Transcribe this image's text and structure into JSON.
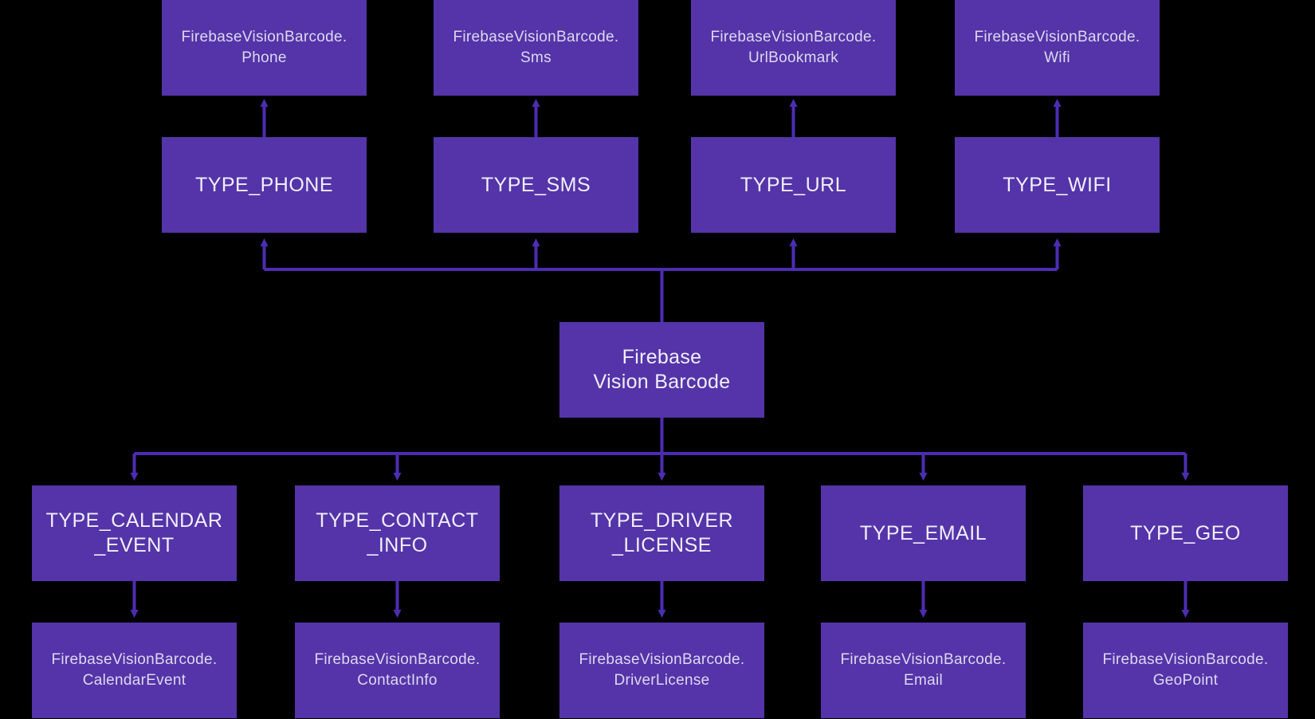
{
  "colors": {
    "background": "#000000",
    "node_fill": "#5434a8",
    "connector": "#4c2db2",
    "class_text": "#ded8ef",
    "type_text": "#f1eefb"
  },
  "root": {
    "line1": "Firebase",
    "line2": "Vision Barcode"
  },
  "top_branches": [
    {
      "type": "TYPE_PHONE",
      "class_line1": "FirebaseVisionBarcode.",
      "class_line2": "Phone"
    },
    {
      "type": "TYPE_SMS",
      "class_line1": "FirebaseVisionBarcode.",
      "class_line2": "Sms"
    },
    {
      "type": "TYPE_URL",
      "class_line1": "FirebaseVisionBarcode.",
      "class_line2": "UrlBookmark"
    },
    {
      "type": "TYPE_WIFI",
      "class_line1": "FirebaseVisionBarcode.",
      "class_line2": "Wifi"
    }
  ],
  "bottom_branches": [
    {
      "type_line1": "TYPE_CALENDAR",
      "type_line2": "_EVENT",
      "class_line1": "FirebaseVisionBarcode.",
      "class_line2": "CalendarEvent"
    },
    {
      "type_line1": "TYPE_CONTACT",
      "type_line2": "_INFO",
      "class_line1": "FirebaseVisionBarcode.",
      "class_line2": "ContactInfo"
    },
    {
      "type_line1": "TYPE_DRIVER",
      "type_line2": "_LICENSE",
      "class_line1": "FirebaseVisionBarcode.",
      "class_line2": "DriverLicense"
    },
    {
      "type_line1": "TYPE_EMAIL",
      "type_line2": "",
      "class_line1": "FirebaseVisionBarcode.",
      "class_line2": "Email"
    },
    {
      "type_line1": "TYPE_GEO",
      "type_line2": "",
      "class_line1": "FirebaseVisionBarcode.",
      "class_line2": "GeoPoint"
    }
  ]
}
